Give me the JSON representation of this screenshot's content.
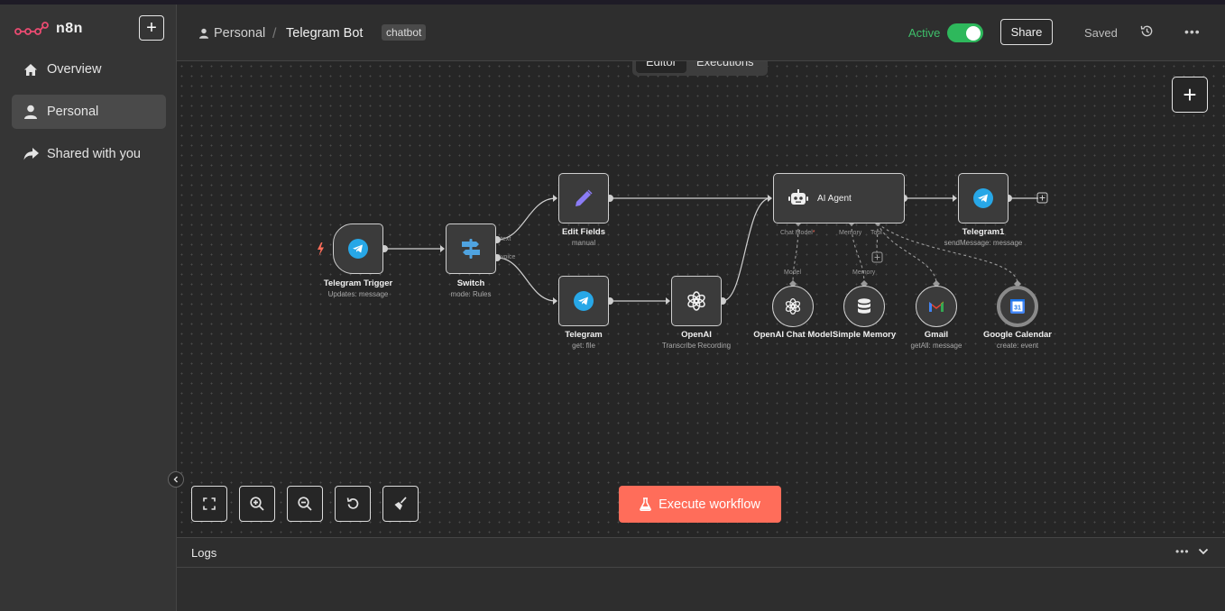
{
  "app": {
    "name": "n8n"
  },
  "colors": {
    "accent": "#ff6d5a",
    "active": "#2eb85c",
    "telegram": "#27a7e7",
    "editfields": "#8b7cf6"
  },
  "sidebar": {
    "items": [
      {
        "label": "Overview",
        "icon": "home-icon"
      },
      {
        "label": "Personal",
        "icon": "user-icon"
      },
      {
        "label": "Shared with you",
        "icon": "share-icon"
      }
    ]
  },
  "header": {
    "project": "Personal",
    "separator": "/",
    "workflow_name": "Telegram Bot",
    "tag": "chatbot",
    "active_label": "Active",
    "share_label": "Share",
    "saved_label": "Saved"
  },
  "tabs": {
    "editor": "Editor",
    "executions": "Executions"
  },
  "nodes": {
    "telegram_trigger": {
      "title": "Telegram Trigger",
      "sub": "Updates: message"
    },
    "switch": {
      "title": "Switch",
      "sub": "mode: Rules",
      "out_text": "text",
      "out_voice": "voice"
    },
    "edit_fields": {
      "title": "Edit Fields",
      "sub": "manual"
    },
    "telegram": {
      "title": "Telegram",
      "sub": "get: file"
    },
    "openai": {
      "title": "OpenAI",
      "sub": "Transcribe Recording"
    },
    "ai_agent": {
      "title": "AI Agent",
      "port_chat_model": "Chat Model",
      "port_chat_required": "*",
      "port_memory": "Memory",
      "port_tool": "Tool"
    },
    "telegram1": {
      "title": "Telegram1",
      "sub": "sendMessage: message"
    },
    "openai_chat_model": {
      "title": "OpenAI Chat Model",
      "port": "Model"
    },
    "simple_memory": {
      "title": "Simple Memory",
      "port": "Memory"
    },
    "gmail": {
      "title": "Gmail",
      "sub": "getAll: message"
    },
    "google_calendar": {
      "title": "Google Calendar",
      "sub": "create: event"
    }
  },
  "execute_label": "Execute workflow",
  "logs": {
    "title": "Logs"
  }
}
